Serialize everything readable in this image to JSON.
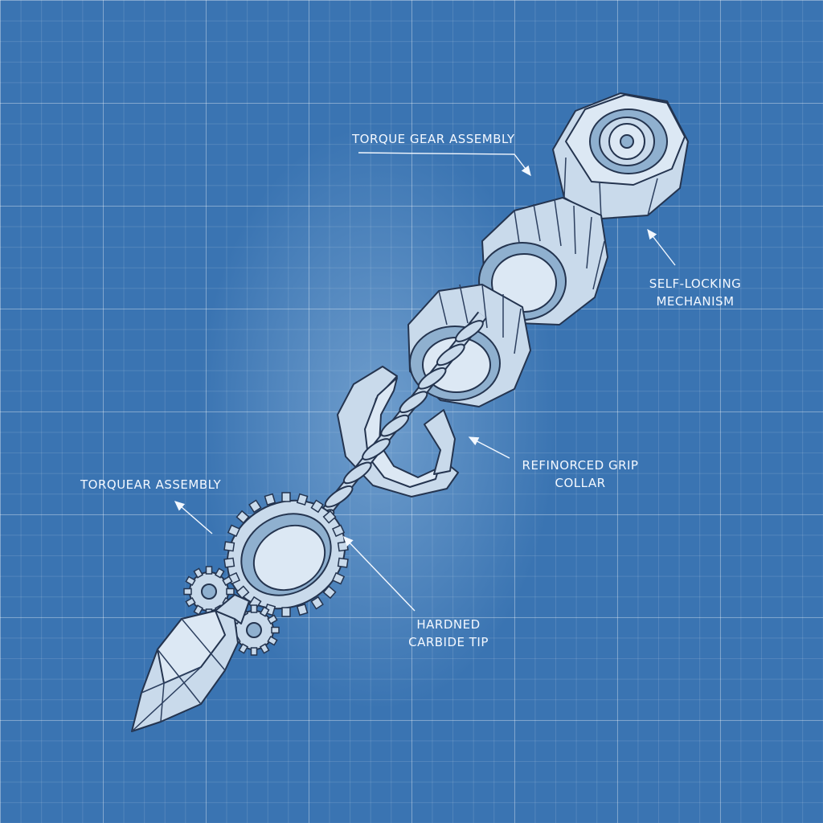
{
  "labels": {
    "torque_gear_assembly": "TORQUE GEAR ASSEMBLY",
    "self_locking_line1": "SELF-LOCKING",
    "self_locking_line2": "MECHANISM",
    "refinorced_line1": "REFINORCED GRIP",
    "refinorced_line2": "COLLAR",
    "torquear_assembly": "TORQUEAR ASSEMBLY",
    "hardned_line1": "HARDNED",
    "hardned_line2": "CARBIDE TIP"
  },
  "colors": {
    "background": "#3a74b2",
    "part_fill": "#c9daeb",
    "outline": "#24344f",
    "label_text": "#f3f8ff"
  }
}
